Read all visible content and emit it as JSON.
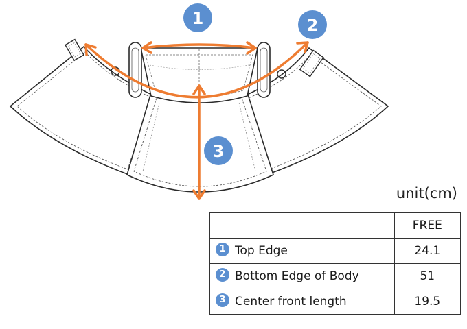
{
  "colors": {
    "marker": "#5b8fd0",
    "arrow": "#ee7c31",
    "outline": "#2b2b2b"
  },
  "markers": [
    {
      "number": "1"
    },
    {
      "number": "2"
    },
    {
      "number": "3"
    }
  ],
  "unit": "unit(cm)",
  "table": {
    "header": [
      "",
      "FREE"
    ],
    "rows": [
      {
        "number": "1",
        "label": "Top Edge",
        "value": "24.1"
      },
      {
        "number": "2",
        "label": "Bottom Edge of Body",
        "value": "51"
      },
      {
        "number": "3",
        "label": "Center front length",
        "value": "19.5"
      }
    ]
  }
}
